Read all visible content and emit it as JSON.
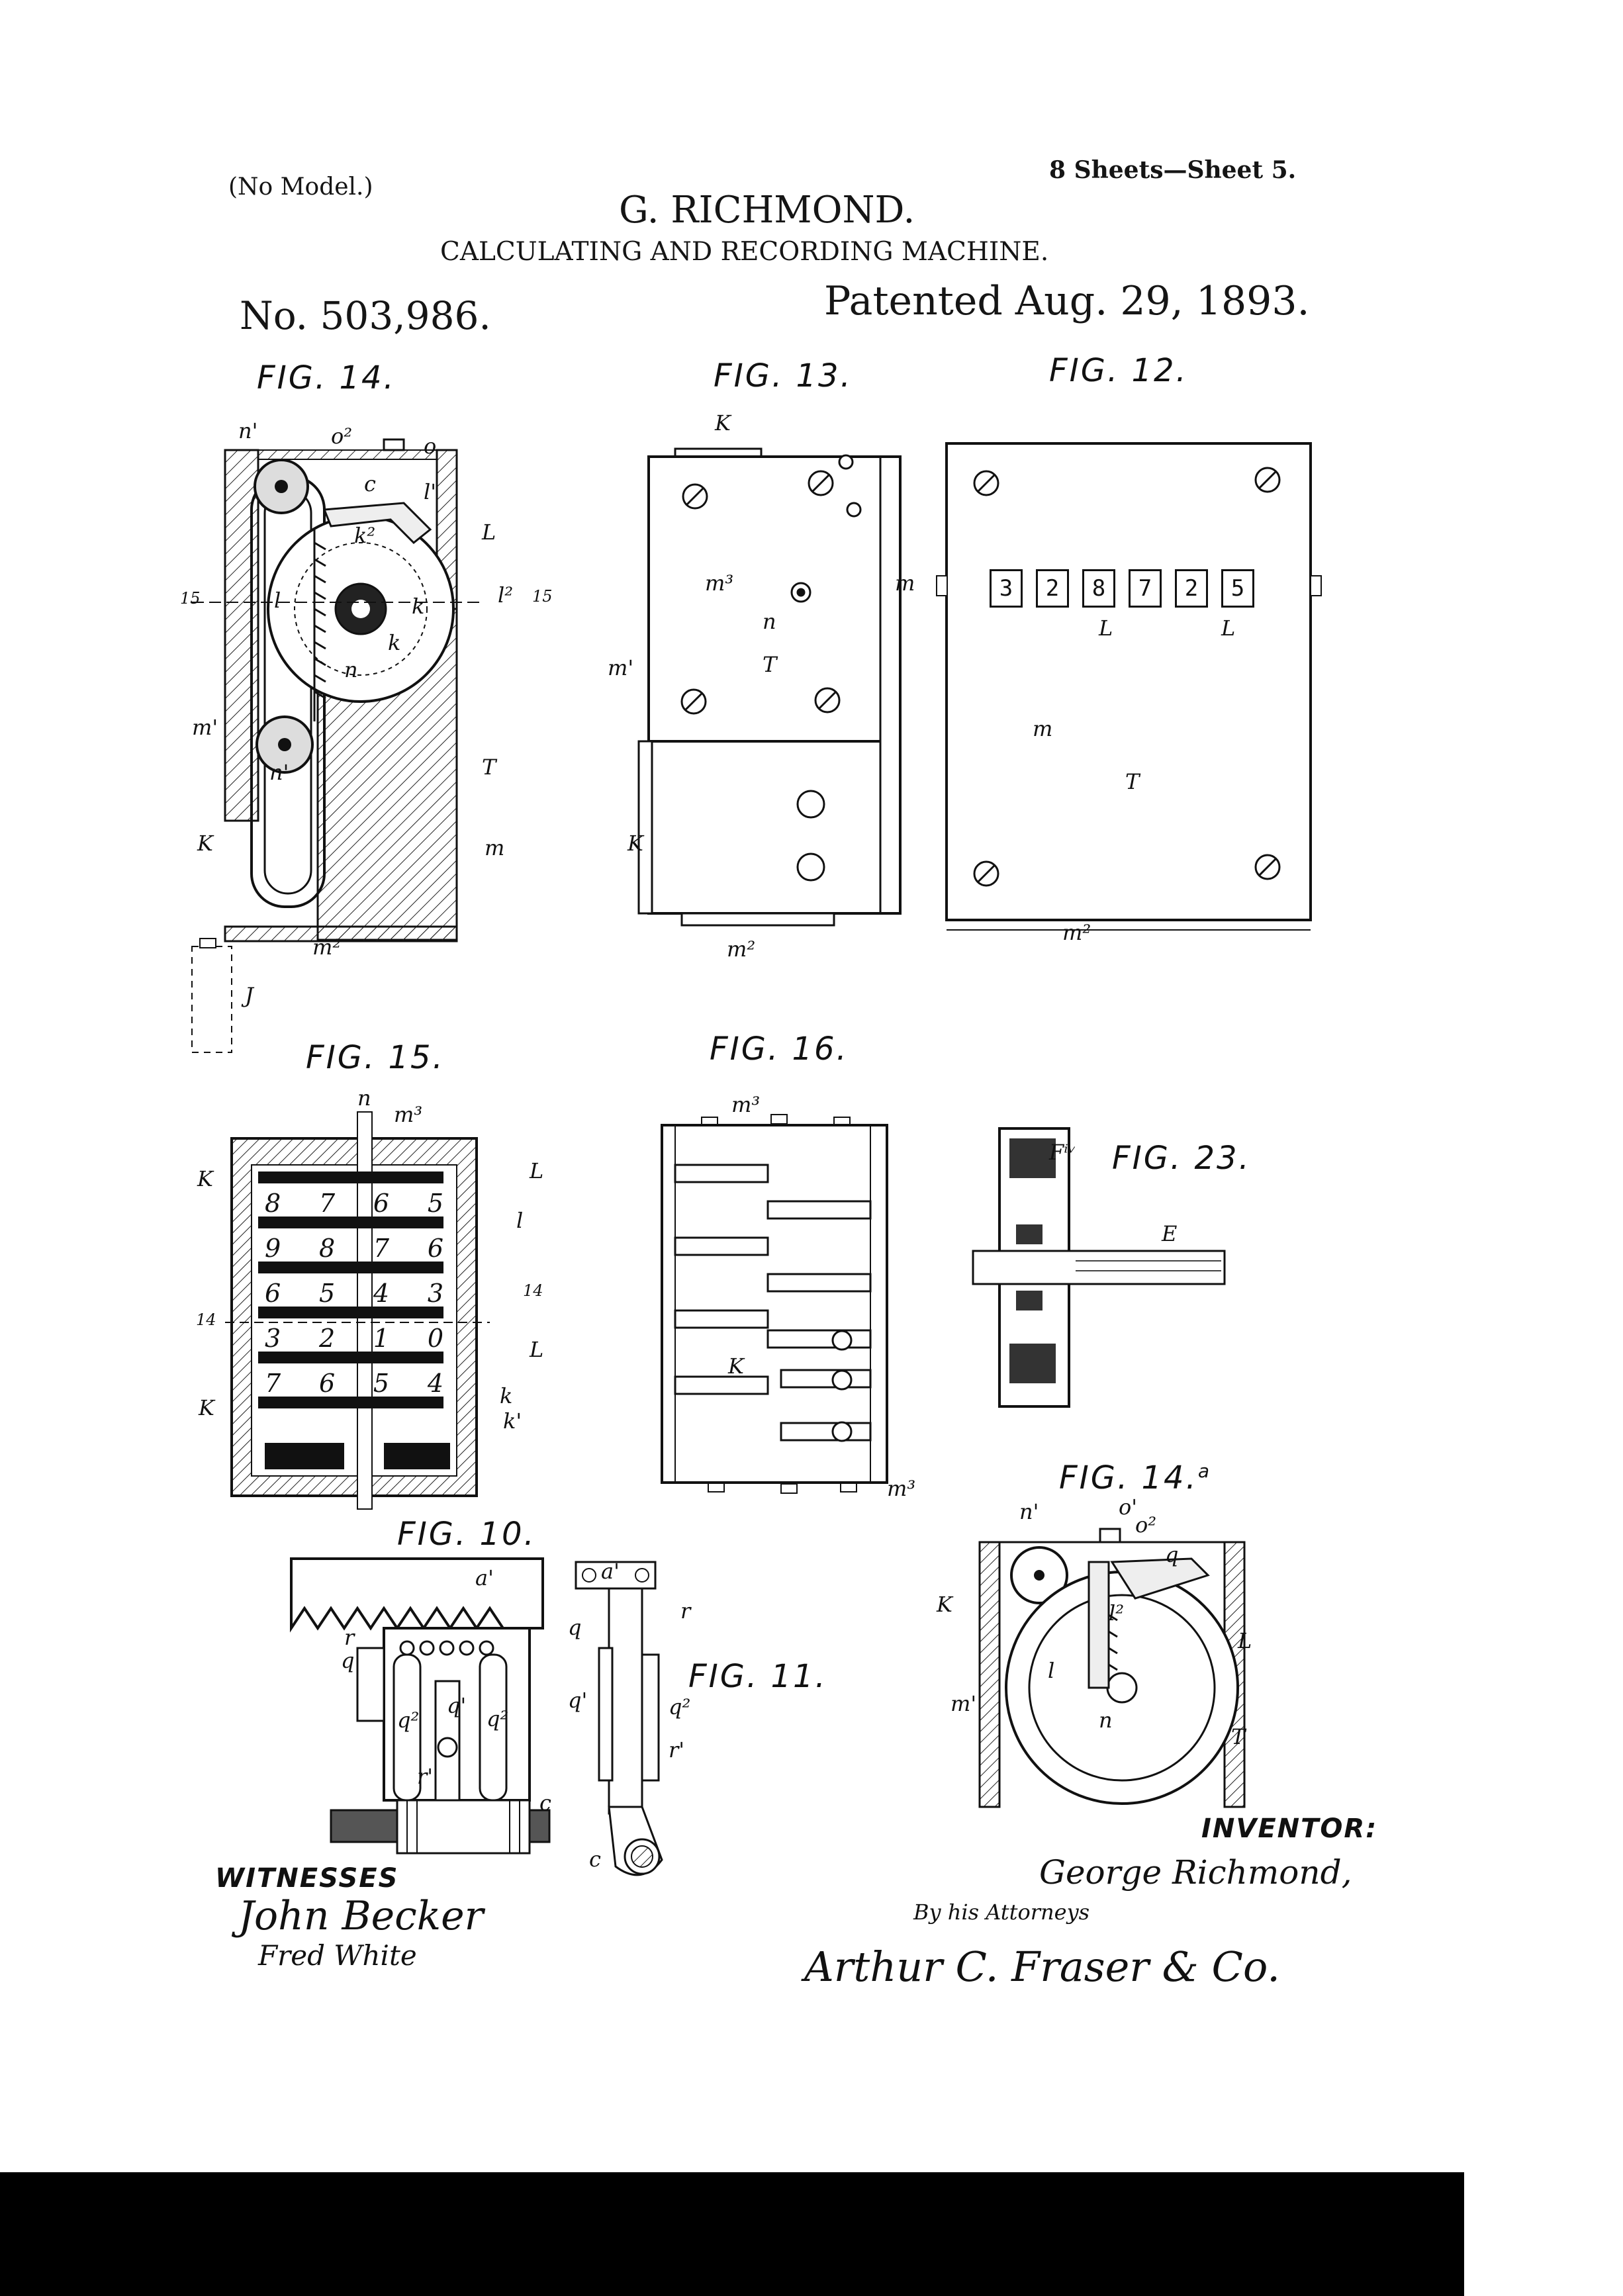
{
  "header": {
    "no_model": "(No Model.)",
    "sheets": "8 Sheets—Sheet 5.",
    "inventor_name": "G. RICHMOND.",
    "title": "CALCULATING AND RECORDING MACHINE.",
    "patent_number": "No. 503,986.",
    "patented_date": "Patented Aug. 29, 1893."
  },
  "figures": {
    "fig14": "FIG. 14.",
    "fig13": "FIG. 13.",
    "fig12": "FIG. 12.",
    "fig15": "FIG. 15.",
    "fig16": "FIG. 16.",
    "fig23": "FIG. 23.",
    "fig14a": "FIG. 14.",
    "fig14a_sup": "a",
    "fig10": "FIG. 10.",
    "fig11": "FIG. 11."
  },
  "fig12_counter_digits": [
    "3",
    "2",
    "8",
    "7",
    "2",
    "5"
  ],
  "fig15_wheel_rows": [
    [
      "8",
      "7",
      "6",
      "5"
    ],
    [
      "9",
      "8",
      "7",
      "6"
    ],
    [
      "6",
      "5",
      "4",
      "3"
    ],
    [
      "3",
      "2",
      "1",
      "0"
    ],
    [
      "7",
      "6",
      "5",
      "4"
    ]
  ],
  "refs": {
    "n1": "n'",
    "o2": "o²",
    "o": "o",
    "c": "c",
    "l1": "l'",
    "L": "L",
    "k2": "k²",
    "l": "l",
    "k": "k",
    "l2": "l²",
    "n": "n",
    "15": "15",
    "m1": "m'",
    "T": "T",
    "m": "m",
    "K": "K",
    "m2": "m²",
    "J": "J",
    "m3": "m³",
    "14": "14",
    "k1": "k'",
    "Fiv": "Fⁱᵛ",
    "E": "E",
    "o1": "o'",
    "q": "q",
    "a1": "a'",
    "r": "r",
    "q2": "q²",
    "q1": "q'",
    "r1": "r'"
  },
  "signatures": {
    "witnesses_label": "WITNESSES",
    "witness1": "John Becker",
    "witness2": "Fred White",
    "inventor_label": "INVENTOR:",
    "inventor_signature": "George Richmond,",
    "attorneys_line": "By his Attorneys",
    "attorneys_signature": "Arthur C. Fraser & Co."
  }
}
